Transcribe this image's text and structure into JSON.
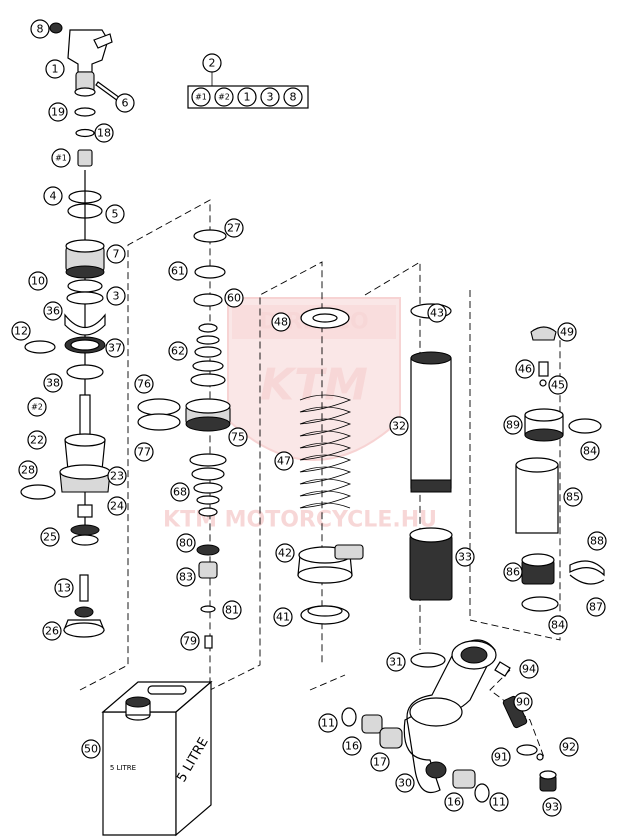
{
  "watermark": {
    "logo_text": "DIRECCO",
    "brand_text": "KTM",
    "site_text": "KTM MOTORCYCLE.HU"
  },
  "can": {
    "label_large": "5 LITRE",
    "label_small": "5 LITRE"
  },
  "kit_group": {
    "number": "2",
    "contents": [
      "#1",
      "#2",
      "1",
      "3",
      "8"
    ]
  },
  "callouts": [
    "8",
    "1",
    "6",
    "19",
    "18",
    "#1",
    "4",
    "5",
    "7",
    "10",
    "3",
    "36",
    "12",
    "37",
    "38",
    "#2",
    "22",
    "28",
    "23",
    "24",
    "25",
    "13",
    "26",
    "76",
    "77",
    "27",
    "61",
    "60",
    "62",
    "75",
    "68",
    "80",
    "83",
    "81",
    "79",
    "48",
    "47",
    "42",
    "41",
    "43",
    "32",
    "33",
    "31",
    "49",
    "46",
    "45",
    "89",
    "84",
    "85",
    "88",
    "86",
    "87",
    "84",
    "94",
    "90",
    "11",
    "16",
    "17",
    "30",
    "91",
    "92",
    "16",
    "11",
    "93",
    "50"
  ]
}
